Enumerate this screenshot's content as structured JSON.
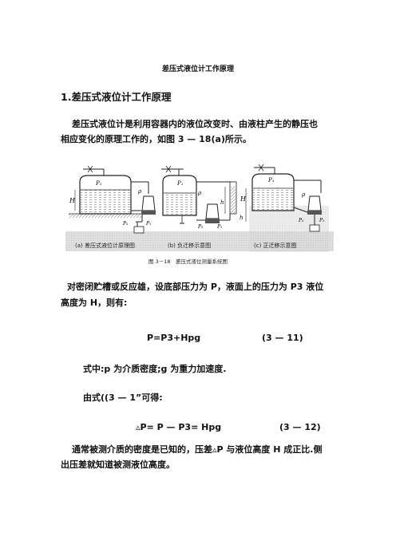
{
  "doc": {
    "title": "差压式液位计工作原理",
    "section_heading": "1.差压式液位计工作原理",
    "para1": [
      "差压式液位计是利用容器内的液位改变时、由液柱产生的静压也",
      "相应变化的原理工作的，如图 3 — 18(a)所示。"
    ],
    "figure": {
      "sub_a": "(a) 差压式液位计原理图",
      "sub_b": "(b) 负迁移示意图",
      "sub_c": "(c) 正迁移示意图",
      "caption": "图 3－18　差压式液位测量系统图",
      "labels": {
        "p1": "P₁",
        "p2": "P₂",
        "rho": "ρ",
        "H": "H",
        "h": "h"
      }
    },
    "para2": [
      "对密闭贮槽或反应雄，设底部压力为 P，液面上的压力为 P3 液位",
      "高度为 H，则有:"
    ],
    "eq1": {
      "expr": "P=P3+Hpg",
      "num": "(3 — 11)"
    },
    "para3": "式中:p 为介质密度;g 为重力加速度.",
    "para4": "由式((3 — 1”可得:",
    "eq2": {
      "expr": "▵P= P — P3= Hpg",
      "num": "(3 — 12)"
    },
    "para5": [
      "通常被测介质的密度是已知的，压差▵P 与液位高度 H 成正比.侧",
      "出压差就知道被测液位高度。"
    ]
  }
}
